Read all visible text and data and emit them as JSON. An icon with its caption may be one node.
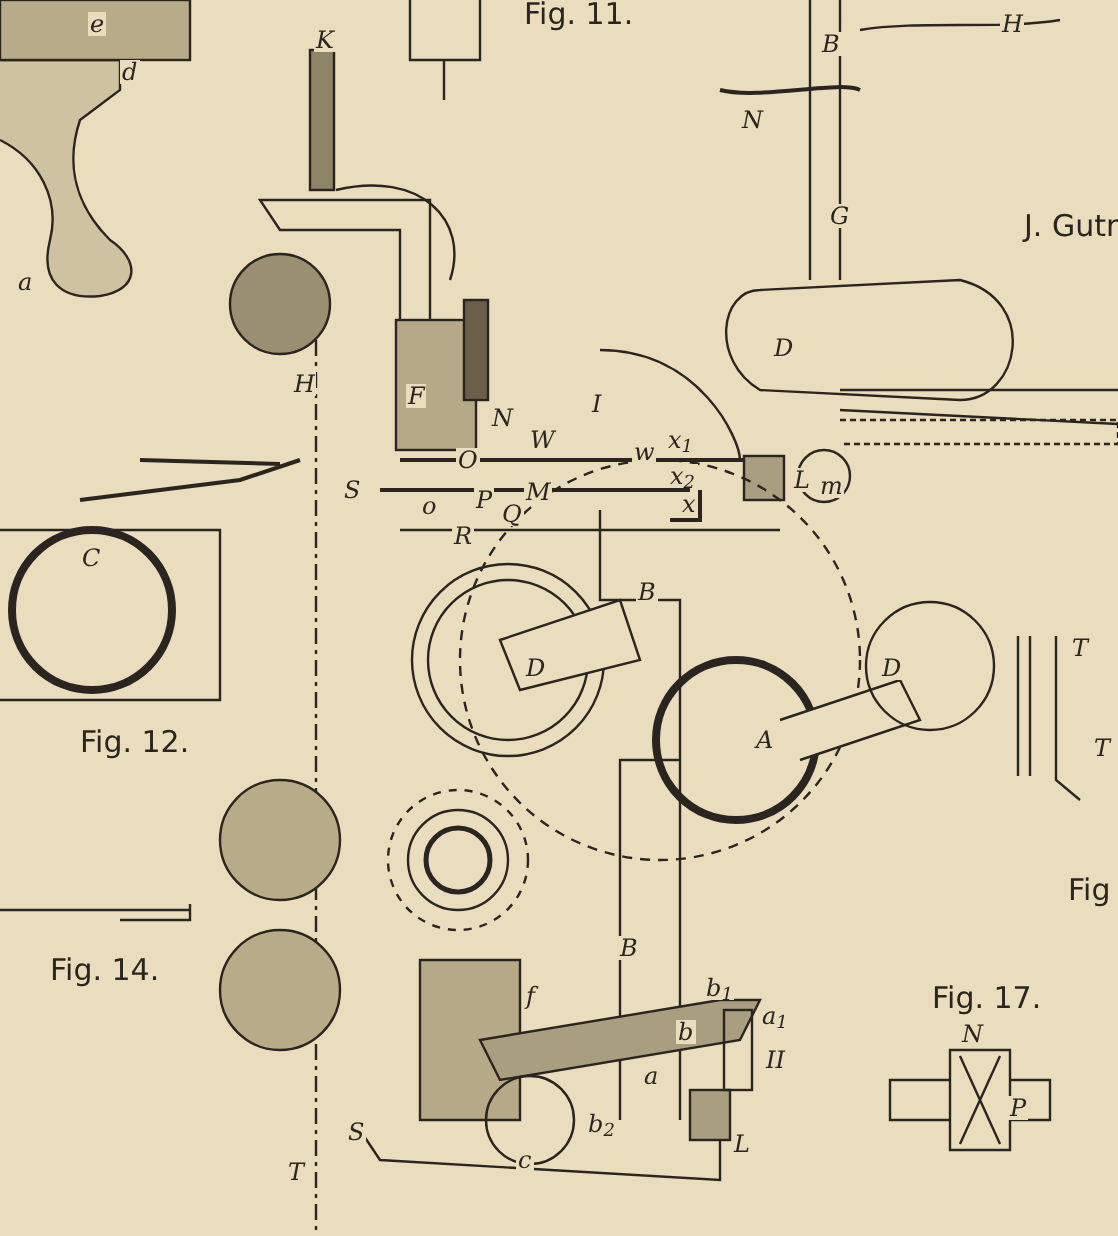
{
  "diagram": {
    "labels": [
      "e",
      "d",
      "a",
      "K",
      "Fig. 11.",
      "B",
      "H",
      "N",
      "G",
      "J. Gutr",
      "H",
      "D",
      "F",
      "N",
      "I",
      "W",
      "w",
      "x$_{1}$",
      "O",
      "x$_{2}$",
      "S",
      "P",
      "M",
      "L",
      "x",
      "o",
      "Q",
      "R",
      "C",
      "B",
      "m",
      "D",
      "D",
      "A",
      "T",
      "T",
      "Fig. 12.",
      "Fig",
      "B",
      "Fig. 14.",
      "Fig. 17.",
      "f",
      "b$_{1}$",
      "N",
      "b",
      "a$_{1}$",
      "II",
      "a",
      "P",
      "b$_{2}$",
      "S",
      "L",
      "c",
      "T"
    ]
  }
}
